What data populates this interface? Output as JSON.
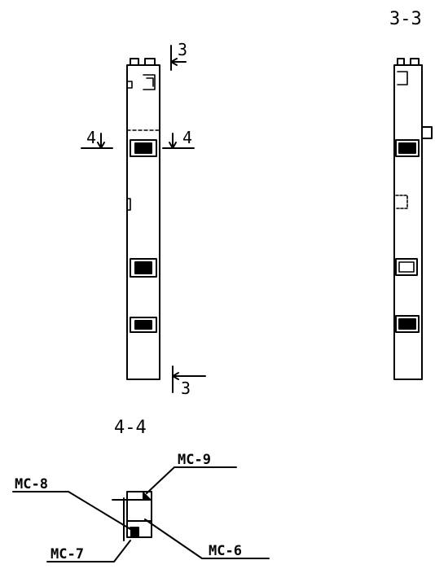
{
  "labels": {
    "section_3_3": "3-3",
    "section_4_4": "4-4",
    "cut_3_top": "3",
    "cut_3_bottom": "3",
    "cut_4_left": "4",
    "cut_4_right": "4",
    "mc8": "MC-8",
    "mc9": "MC-9",
    "mc6": "MC-6",
    "mc7": "MC-7"
  }
}
